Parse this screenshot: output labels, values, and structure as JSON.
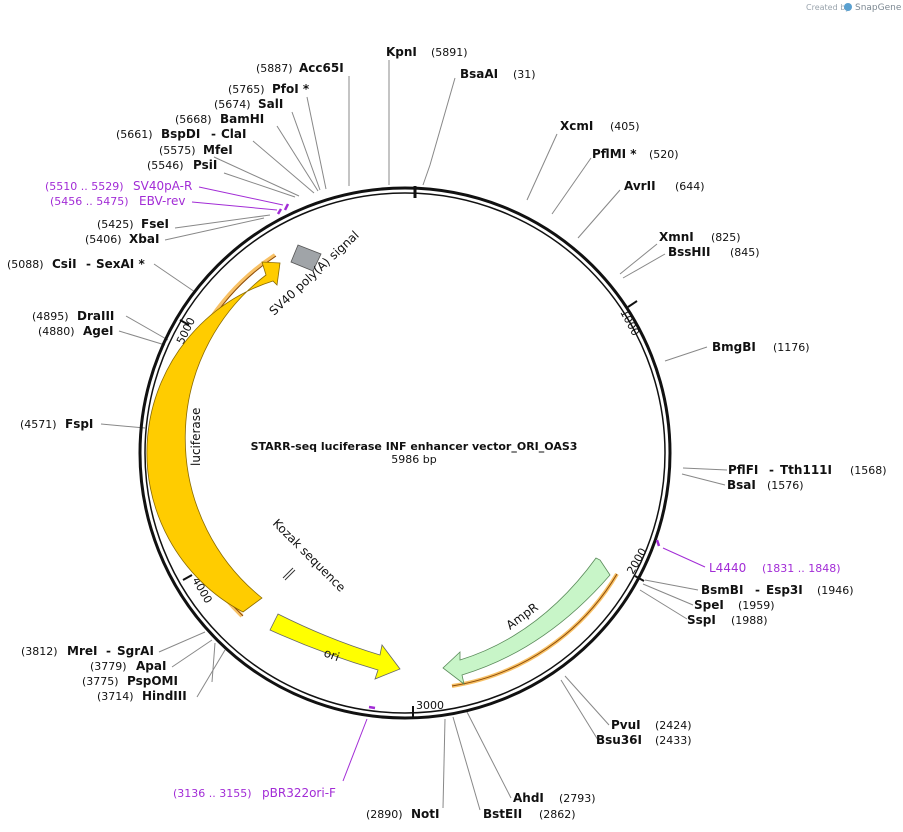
{
  "watermark": {
    "created_by": "Created by",
    "brand": "SnapGene"
  },
  "title": "STARR-seq luciferase INF enhancer vector_ORI_OAS3",
  "length_label": "5986 bp",
  "colors": {
    "backbone": "#111111",
    "feature_orange": "#ffcc00",
    "feature_yellow": "#ffff00",
    "feature_green": "#c8f5c8",
    "feature_gray": "#a0a4a8",
    "primer": "#a22cd6",
    "highlight": "#f5a623"
  },
  "ticks": [
    "1000",
    "2000",
    "3000",
    "4000",
    "5000"
  ],
  "sites": [
    {
      "name": "KpnI",
      "pos": "(5891)"
    },
    {
      "name": "BsaAI",
      "pos": "(31)"
    },
    {
      "name": "Acc65I",
      "pos": "(5887)"
    },
    {
      "name": "PfoI *",
      "pos": "(5765)"
    },
    {
      "name": "SalI",
      "pos": "(5674)"
    },
    {
      "name": "BamHI",
      "pos": "(5668)"
    },
    {
      "name": "BspDI",
      "name2": "ClaI",
      "pos": "(5661)"
    },
    {
      "name": "MfeI",
      "pos": "(5575)"
    },
    {
      "name": "PsiI",
      "pos": "(5546)"
    },
    {
      "name": "FseI",
      "pos": "(5425)"
    },
    {
      "name": "XbaI",
      "pos": "(5406)"
    },
    {
      "name": "CsiI",
      "name2": "SexAI *",
      "pos": "(5088)"
    },
    {
      "name": "DraIII",
      "pos": "(4895)"
    },
    {
      "name": "AgeI",
      "pos": "(4880)"
    },
    {
      "name": "FspI",
      "pos": "(4571)"
    },
    {
      "name": "MreI",
      "name2": "SgrAI",
      "pos": "(3812)"
    },
    {
      "name": "ApaI",
      "pos": "(3779)"
    },
    {
      "name": "PspOMI",
      "pos": "(3775)"
    },
    {
      "name": "HindIII",
      "pos": "(3714)"
    },
    {
      "name": "XcmI",
      "pos": "(405)"
    },
    {
      "name": "PflMI *",
      "pos": "(520)"
    },
    {
      "name": "AvrII",
      "pos": "(644)"
    },
    {
      "name": "XmnI",
      "pos": "(825)"
    },
    {
      "name": "BssHII",
      "pos": "(845)"
    },
    {
      "name": "BmgBI",
      "pos": "(1176)"
    },
    {
      "name": "PflFI",
      "name2": "Tth111I",
      "pos": "(1568)"
    },
    {
      "name": "BsaI",
      "pos": "(1576)"
    },
    {
      "name": "BsmBI",
      "name2": "Esp3I",
      "pos": "(1946)"
    },
    {
      "name": "SpeI",
      "pos": "(1959)"
    },
    {
      "name": "SspI",
      "pos": "(1988)"
    },
    {
      "name": "PvuI",
      "pos": "(2424)"
    },
    {
      "name": "Bsu36I",
      "pos": "(2433)"
    },
    {
      "name": "AhdI",
      "pos": "(2793)"
    },
    {
      "name": "NotI",
      "pos": "(2890)"
    },
    {
      "name": "BstEII",
      "pos": "(2862)"
    }
  ],
  "primers": [
    {
      "name": "SV40pA-R",
      "range": "(5510 .. 5529)"
    },
    {
      "name": "EBV-rev",
      "range": "(5456 .. 5475)"
    },
    {
      "name": "L4440",
      "range": "(1831 .. 1848)"
    },
    {
      "name": "pBR322ori-F",
      "range": "(3136 .. 3155)"
    }
  ],
  "features": {
    "sv40": "SV40 poly(A) signal",
    "luciferase": "luciferase",
    "kozak": "Kozak sequence",
    "ori": "ori",
    "ampr": "AmpR"
  }
}
